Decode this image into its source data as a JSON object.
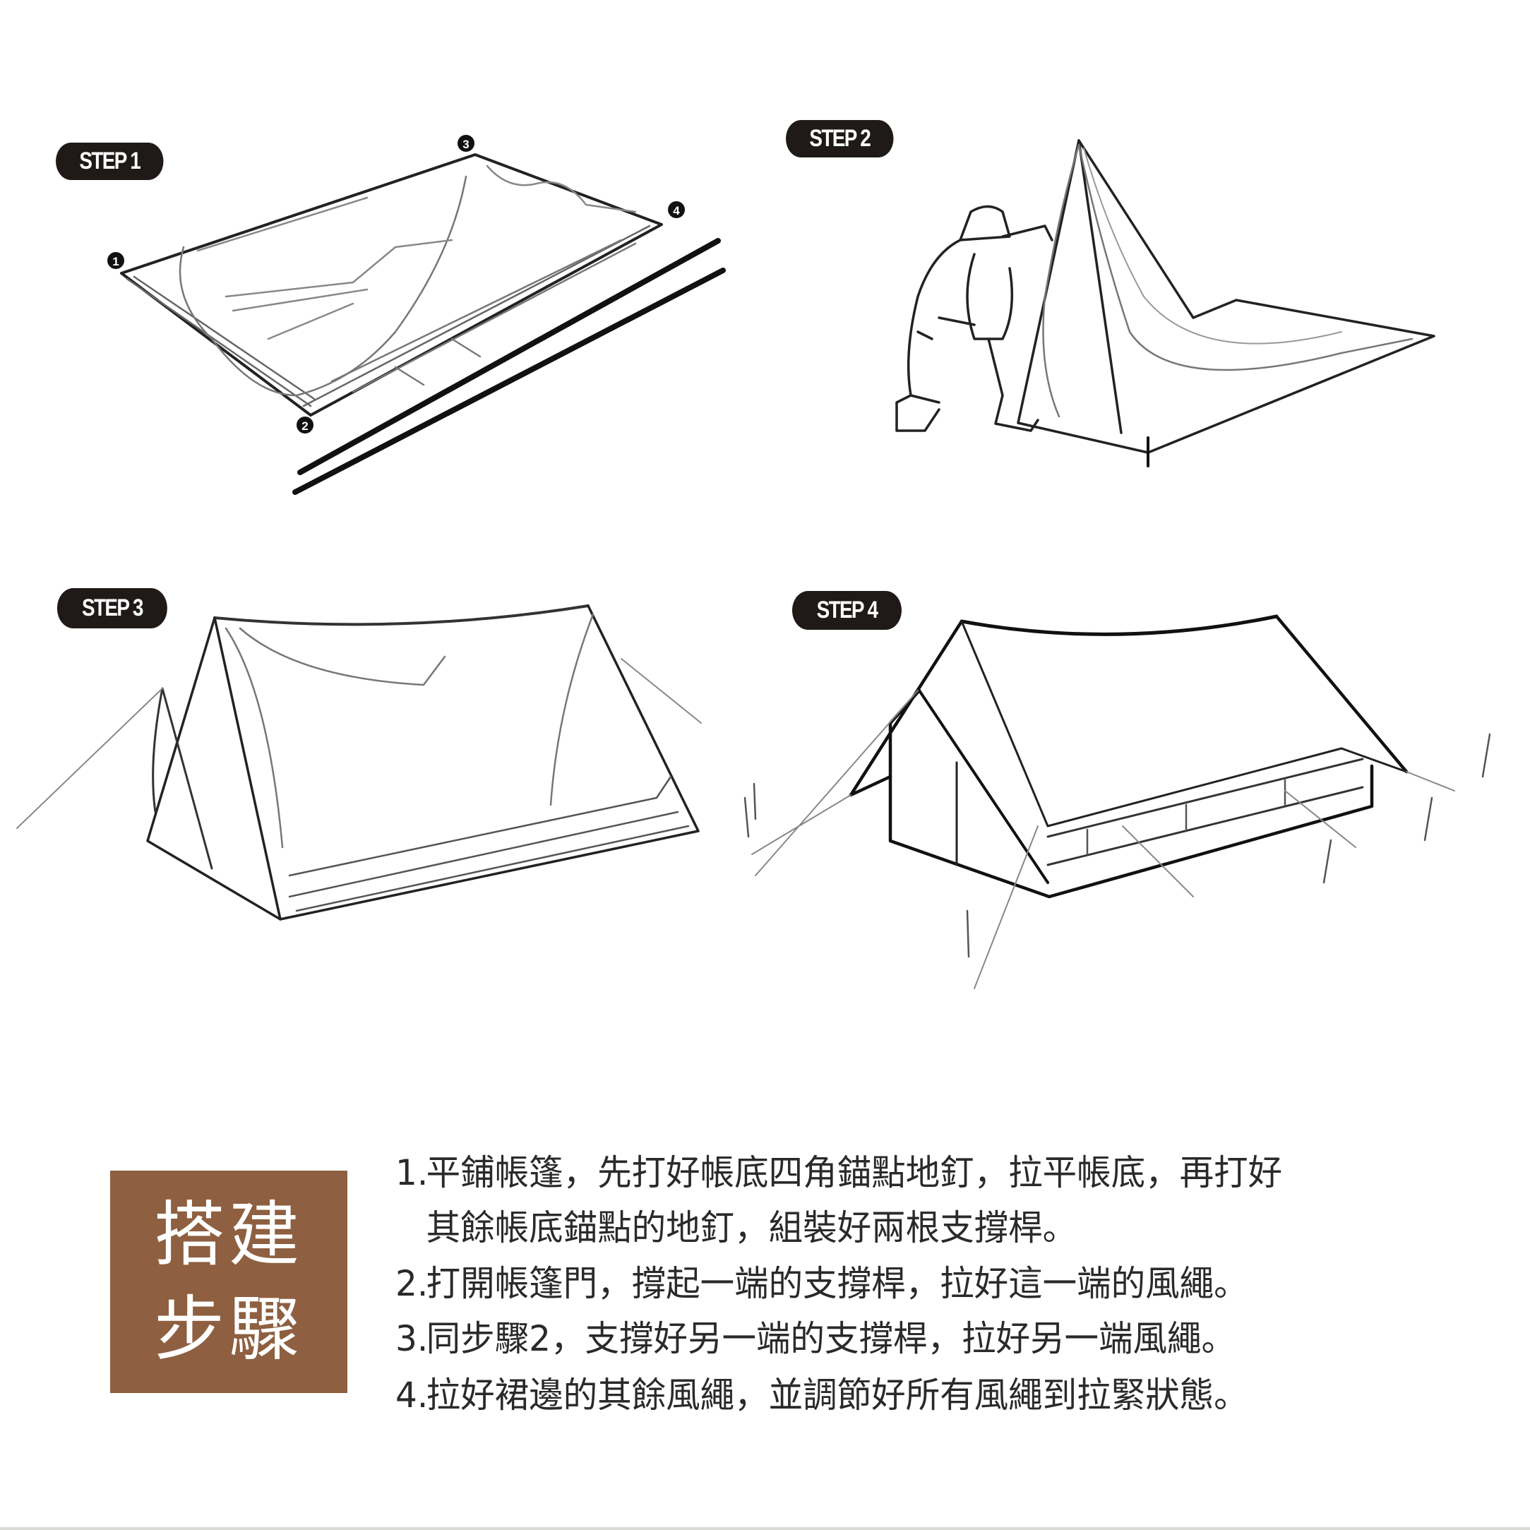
{
  "steps": [
    {
      "badge": "STEP 1",
      "illustration": "tent-laid-flat-with-numbered-corners-and-two-poles"
    },
    {
      "badge": "STEP 2",
      "illustration": "person-raising-one-end-pole"
    },
    {
      "badge": "STEP 3",
      "illustration": "tent-raised-with-guy-lines"
    },
    {
      "badge": "STEP 4",
      "illustration": "tent-fully-pitched-with-stakes"
    }
  ],
  "corner_markers": [
    "1",
    "2",
    "3",
    "4"
  ],
  "title": {
    "line1": "搭建",
    "line2": "步驟",
    "background": "#8e5f40",
    "color": "#ffffff"
  },
  "instructions": [
    {
      "num": "1.",
      "text": "平鋪帳篷，先打好帳底四角錨點地釘，拉平帳底，再打好"
    },
    {
      "num": "",
      "text": "其餘帳底錨點的地釘，組裝好兩根支撐桿。"
    },
    {
      "num": "2.",
      "text": "打開帳篷門，撐起一端的支撐桿，拉好這一端的風繩。"
    },
    {
      "num": "3.",
      "text": "同步驟2，支撐好另一端的支撐桿，拉好另一端風繩。"
    },
    {
      "num": "4.",
      "text": "拉好裙邊的其餘風繩，並調節好所有風繩到拉緊狀態。"
    }
  ]
}
